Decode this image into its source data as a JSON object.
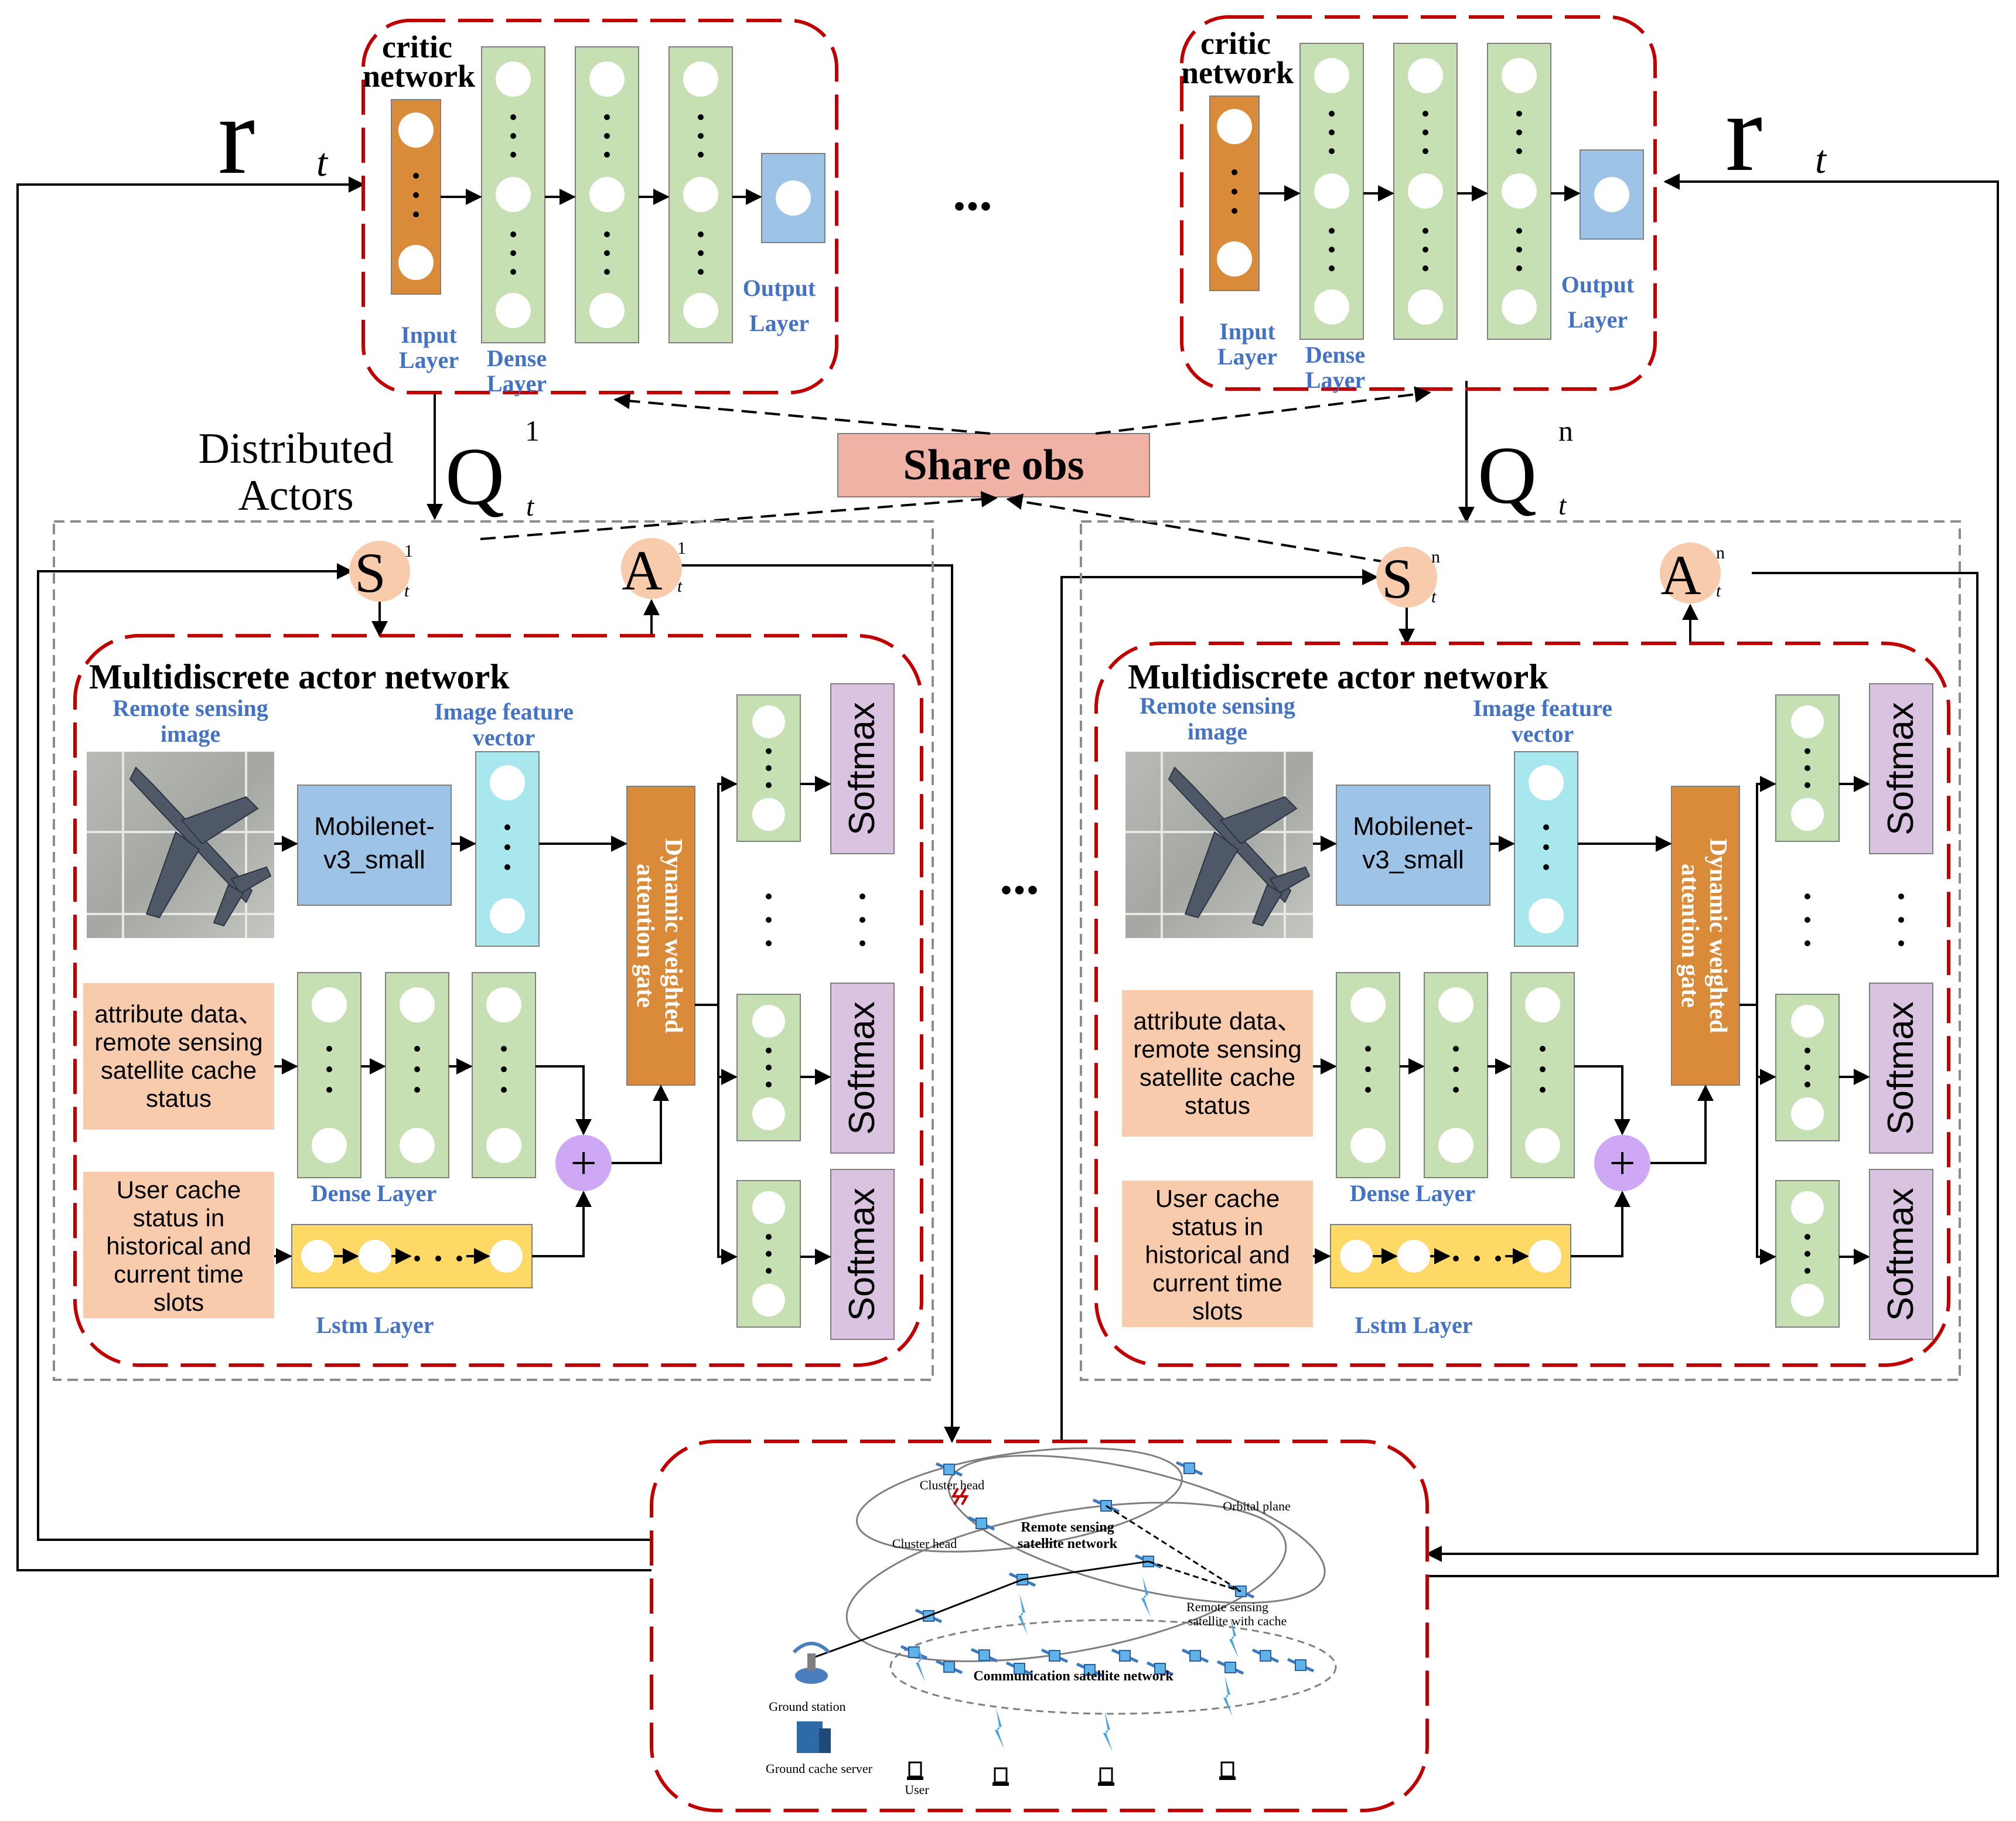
{
  "critic": {
    "title_line1": "critic",
    "title_line2": "network",
    "input_line1": "Input",
    "input_line2": "Layer",
    "dense_line1": "Dense",
    "dense_line2": "Layer",
    "output_line1": "Output",
    "output_line2": "Layer"
  },
  "reward": {
    "symbol": "r",
    "subscript": "t"
  },
  "q_left": {
    "symbol": "Q",
    "superscript": "1",
    "subscript": "t"
  },
  "q_right": {
    "symbol": "Q",
    "superscript": "n",
    "subscript": "t"
  },
  "distributed_line1": "Distributed",
  "distributed_line2": "Actors",
  "share_obs": "Share obs",
  "ellipsis": "...",
  "state_left": {
    "symbol": "S",
    "superscript": "1",
    "subscript": "t"
  },
  "action_left": {
    "symbol": "A",
    "superscript": "1",
    "subscript": "t"
  },
  "state_right": {
    "symbol": "S",
    "superscript": "n",
    "subscript": "t"
  },
  "action_right": {
    "symbol": "A",
    "superscript": "n",
    "subscript": "t"
  },
  "actor": {
    "title": "Multidiscrete actor network",
    "rs_image_line1": "Remote sensing",
    "rs_image_line2": "image",
    "feature_line1": "Image feature",
    "feature_line2": "vector",
    "mobilenet_line1": "Mobilenet-",
    "mobilenet_line2": "v3_small",
    "attention_line1": "Dynamic weighted",
    "attention_line2": "attention gate",
    "softmax": "Softmax",
    "attr_lines": [
      "attribute data、",
      "remote sensing",
      "satellite cache",
      "status"
    ],
    "user_lines": [
      "User cache",
      "status in",
      "historical and",
      "current time",
      "slots"
    ],
    "dense_label": "Dense Layer",
    "lstm_label": "Lstm Layer",
    "plus": "+"
  },
  "env": {
    "cluster_head_top": "Cluster head",
    "cluster_head_mid": "Cluster head",
    "orbital_plane": "Orbital plane",
    "rs_net_line1": "Remote sensing",
    "rs_net_line2": "satellite network",
    "rs_cache_line1": "Remote sensing",
    "rs_cache_line2": "satellite with cache",
    "comm_net": "Communication satellite network",
    "ground_station": "Ground station",
    "ground_server": "Ground cache server",
    "user": "User"
  },
  "colors": {
    "red_dash": "#c00000",
    "gray_dash": "#8c8c8c",
    "input_layer": "#d98b3a",
    "dense_layer": "#c6e0b4",
    "output_layer": "#9dc3e6",
    "share_obs": "#f1b2a6",
    "state_node": "#f8cbad",
    "mobilenet": "#9dc3e6",
    "feature": "#a9e7ef",
    "attention": "#d98b3a",
    "softmax": "#d9c3e0",
    "text_box": "#f8cbad",
    "lstm": "#ffd966",
    "plus": "#cfa8f5",
    "blue_text": "#4472c4"
  }
}
